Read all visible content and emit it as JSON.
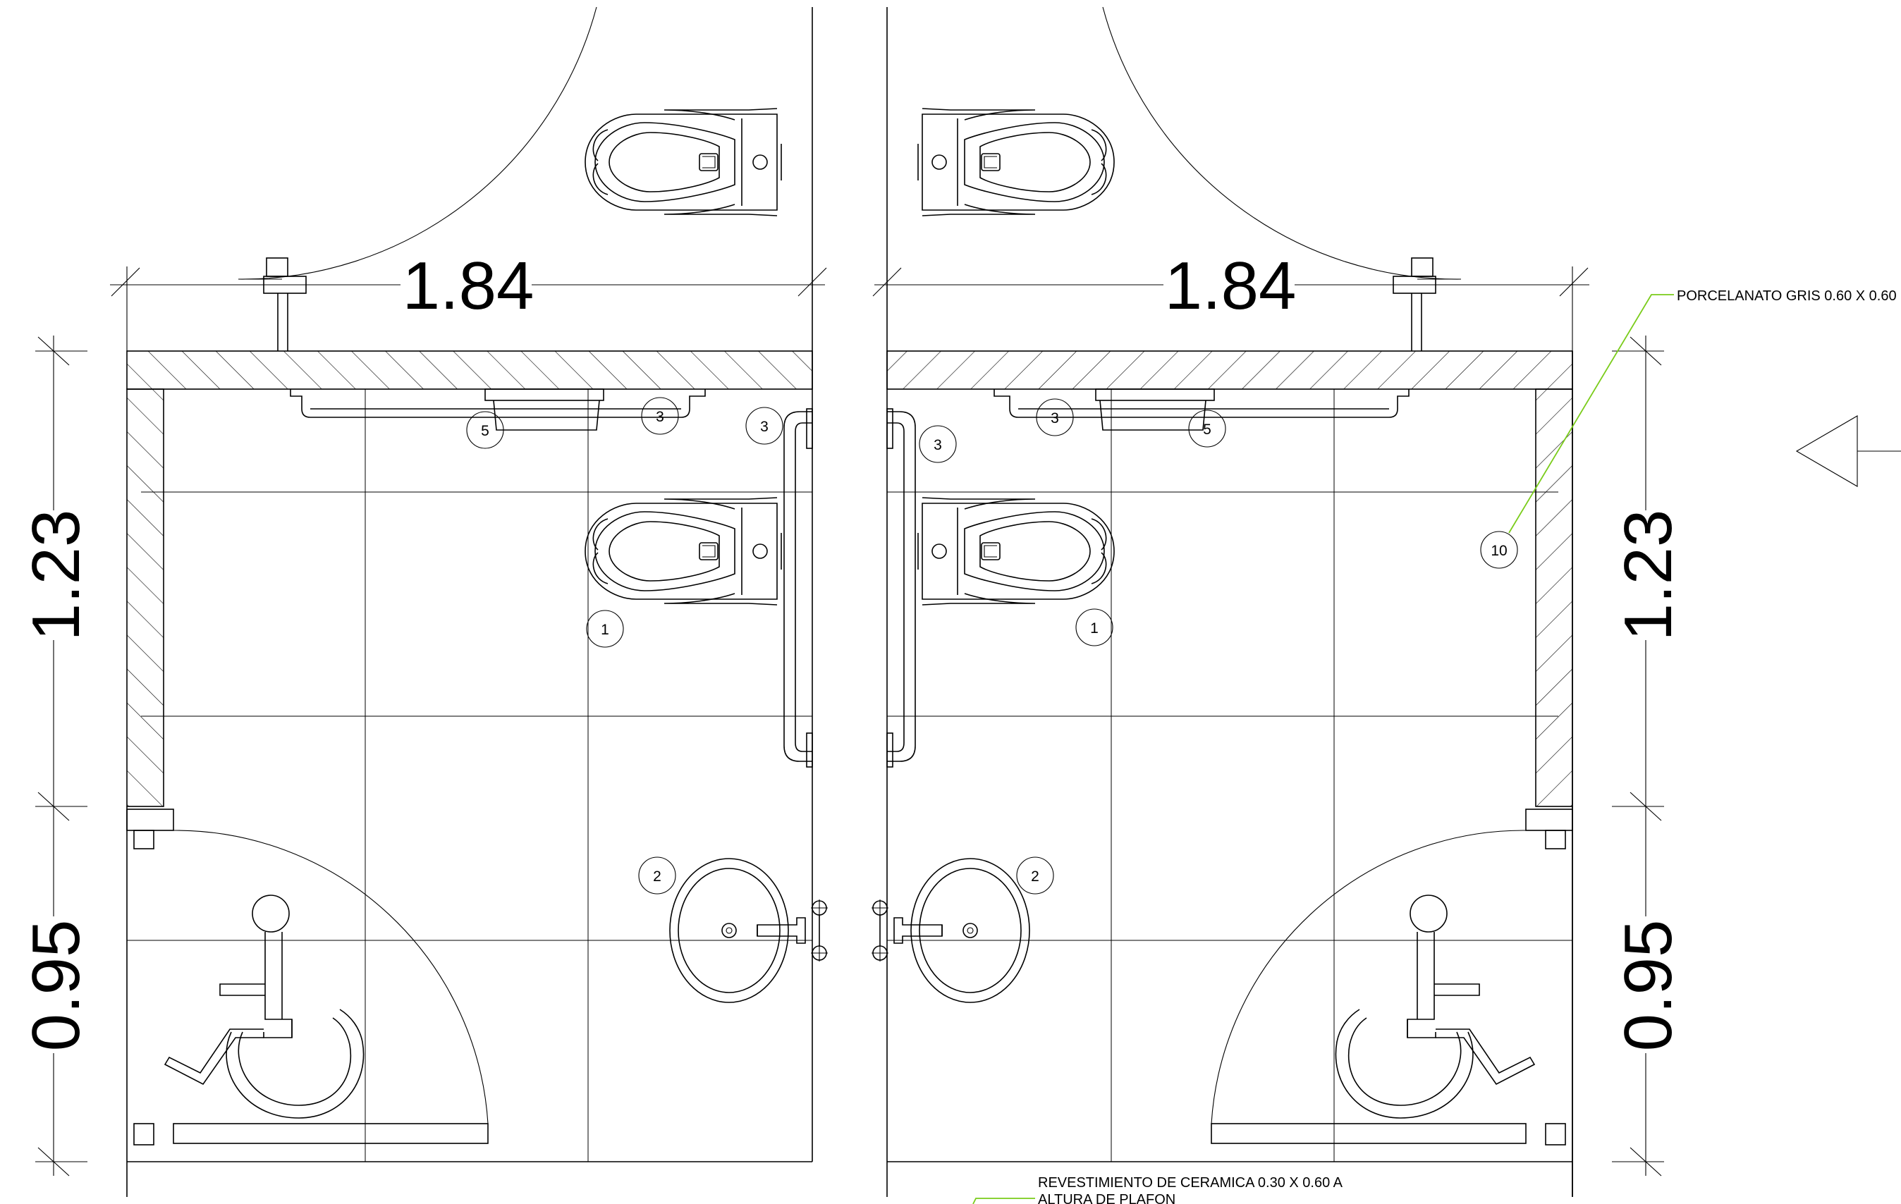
{
  "dimensions": {
    "left_width": "1.84",
    "right_width": "1.84",
    "left_upper_height": "1.23",
    "left_lower_height": "0.95",
    "right_upper_height": "1.23",
    "right_lower_height": "0.95"
  },
  "notes": {
    "floor_finish": "PORCELANATO GRIS 0.60 X 0.60",
    "wall_finish_line1": "REVESTIMIENTO DE CERAMICA 0.30 X 0.60 A",
    "wall_finish_line2": "ALTURA DE PLAFON"
  },
  "tags": {
    "toilet": "1",
    "lavatory": "2",
    "grab_bar": "3",
    "dispenser": "5",
    "floor": "10"
  },
  "colors": {
    "linework": "#000000",
    "leader": "#7acc1a",
    "background": "#ffffff"
  },
  "symbols": [
    "accessible-wheelchair-symbol",
    "north-arrow",
    "toilet",
    "lavatory",
    "grab-bar",
    "door-swing"
  ]
}
